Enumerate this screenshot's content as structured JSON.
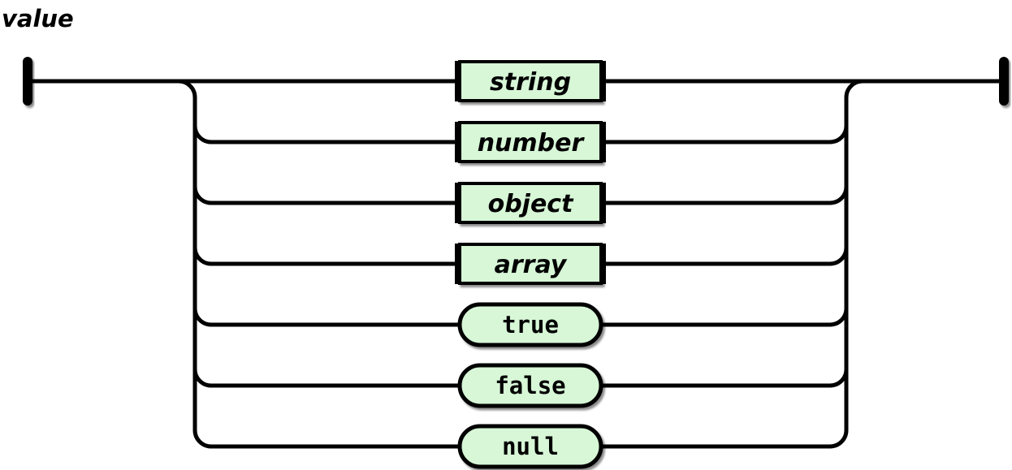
{
  "diagram": {
    "title": "value",
    "kind": "railroad-syntax-diagram",
    "colors": {
      "node_fill": "#d7f7d7",
      "stroke": "#000000",
      "background": "#ffffff"
    },
    "nodes": [
      {
        "label": "string",
        "type": "non-terminal"
      },
      {
        "label": "number",
        "type": "non-terminal"
      },
      {
        "label": "object",
        "type": "non-terminal"
      },
      {
        "label": "array",
        "type": "non-terminal"
      },
      {
        "label": "true",
        "type": "terminal"
      },
      {
        "label": "false",
        "type": "terminal"
      },
      {
        "label": "null",
        "type": "terminal"
      }
    ]
  }
}
